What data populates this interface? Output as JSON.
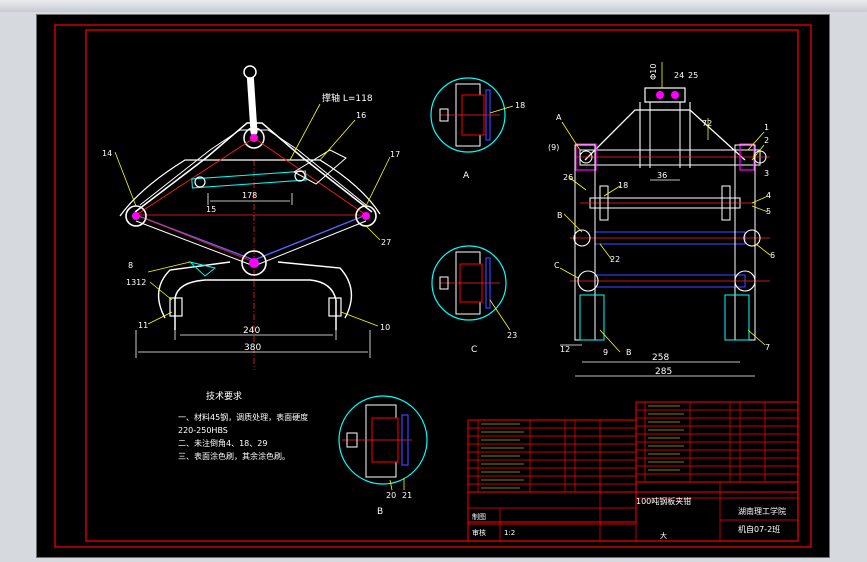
{
  "colors": {
    "background": "#000000",
    "chrome": "#d6d9de",
    "frame_red": "#ff0000",
    "white": "#ffffff",
    "magenta": "#ff00ff",
    "cyan": "#00ffff",
    "yellow": "#ffff00",
    "green": "#00ff00",
    "blue": "#4040ff",
    "accent_red": "#ff2020"
  },
  "main_view": {
    "labels": {
      "rope": "撑轴 L=118",
      "p16": "16",
      "p14": "14",
      "p17": "17",
      "p15": "15",
      "d178": "178",
      "p27": "27",
      "p8": "8",
      "p1312": "1312",
      "p11": "11",
      "p10": "10",
      "d240": "240",
      "d380": "380"
    }
  },
  "detail_a": {
    "label": "A",
    "part": "18"
  },
  "detail_c": {
    "label": "C",
    "part": "23"
  },
  "detail_b": {
    "label": "B",
    "p20": "20",
    "p21": "21"
  },
  "side_view": {
    "labels": {
      "phi10": "Φ10",
      "p24": "24",
      "p25": "25",
      "d72": "72",
      "A": "A",
      "p9": "(9)",
      "p1": "1",
      "p2": "2",
      "p3": "3",
      "d36": "36",
      "p26": "26",
      "p18": "18",
      "p4": "4",
      "p5": "5",
      "B": "B",
      "p22": "22",
      "p6": "6",
      "C": "C",
      "d12": "12",
      "p9b": "9",
      "Bb": "B",
      "p7": "7",
      "d258": "258",
      "d285": "285"
    }
  },
  "notes": {
    "title": "技术要求",
    "line1": "一、材料45钢，调质处理，表面硬度",
    "line2": "220-250HBS",
    "line3": "二、未注倒角4、18、29",
    "line4": "三、表面涂色刷，其余涂色刷。"
  },
  "title_block": {
    "name": "100吨钢板夹钳",
    "school_1": "湖南理工学院",
    "school_2": "机自07-2班",
    "drawn_label": "制图",
    "check_label": "审核",
    "code": "大",
    "scale": "1:2"
  }
}
